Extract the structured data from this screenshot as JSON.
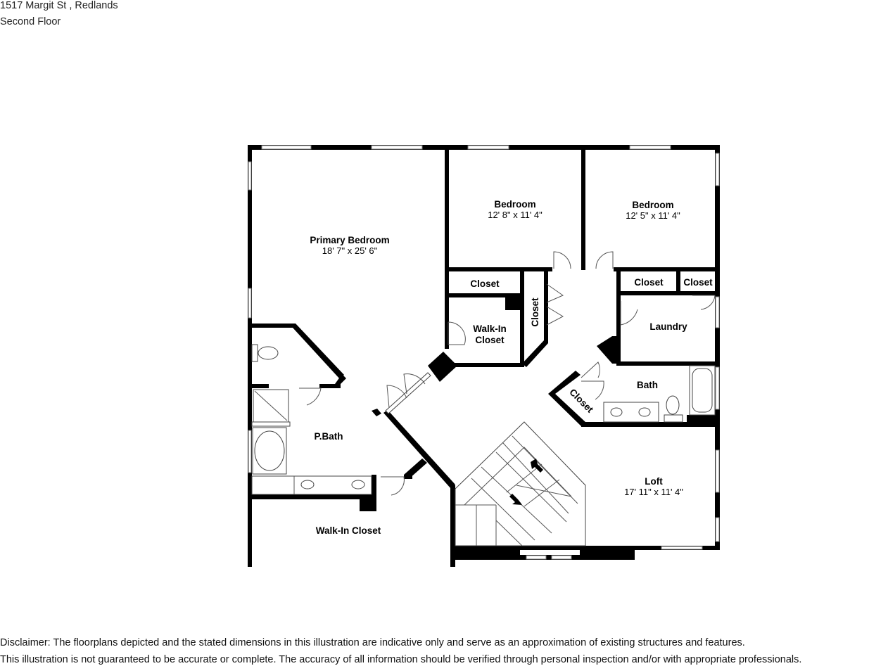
{
  "header": {
    "address": "1517 Margit St , Redlands",
    "floor": "Second Floor"
  },
  "rooms": {
    "primary_bedroom": {
      "name": "Primary Bedroom",
      "dims": "18' 7\" x 25' 6\""
    },
    "bedroom_1": {
      "name": "Bedroom",
      "dims": "12' 8\" x 11' 4\""
    },
    "bedroom_2": {
      "name": "Bedroom",
      "dims": "12' 5\" x 11' 4\""
    },
    "closet_1": {
      "name": "Closet"
    },
    "closet_2": {
      "name": "Closet"
    },
    "closet_3": {
      "name": "Closet"
    },
    "closet_vertical": {
      "name": "Closet"
    },
    "closet_diag": {
      "name": "Closet"
    },
    "walk_in_closet_1": {
      "name_line1": "Walk-In",
      "name_line2": "Closet"
    },
    "laundry": {
      "name": "Laundry"
    },
    "bath": {
      "name": "Bath"
    },
    "p_bath": {
      "name": "P.Bath"
    },
    "walk_in_closet_2": {
      "name": "Walk-In Closet"
    },
    "loft": {
      "name": "Loft",
      "dims": "17' 11\" x 11' 4\""
    }
  },
  "disclaimer": {
    "line1": "Disclaimer: The floorplans depicted and the stated dimensions in this illustration are indicative only and serve as an approximation of existing structures and features.",
    "line2": "This illustration is not guaranteed to be accurate or complete. The accuracy of all information should be verified through personal inspection and/or with appropriate professionals."
  },
  "colors": {
    "wall": "#000000",
    "background": "#ffffff"
  }
}
